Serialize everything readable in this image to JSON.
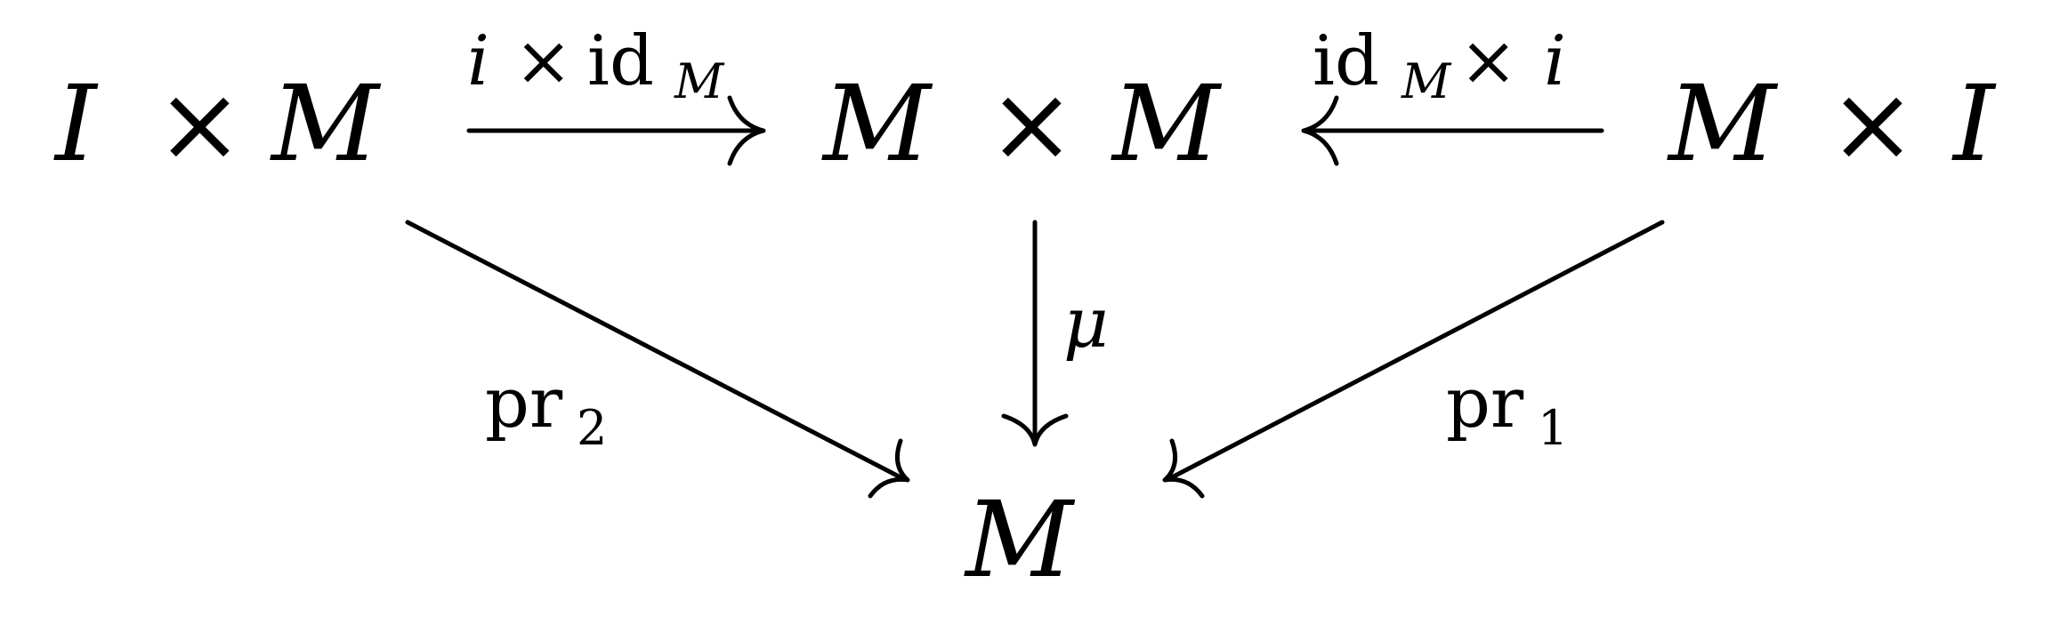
{
  "diagram": {
    "nodes": {
      "left": {
        "a": "I",
        "op": "×",
        "b": "M"
      },
      "center": {
        "a": "M",
        "op": "×",
        "b": "M"
      },
      "right": {
        "a": "M",
        "op": "×",
        "b": "I"
      },
      "bottom": {
        "a": "M"
      }
    },
    "arrows": {
      "top_left": {
        "pre": "i",
        "op": "×",
        "base": "id",
        "sub": "M"
      },
      "top_right": {
        "base": "id",
        "sub": "M",
        "op": "×",
        "post": "i"
      },
      "down": {
        "label": "μ"
      },
      "diag_left": {
        "base": "pr",
        "sub": "2"
      },
      "diag_right": {
        "base": "pr",
        "sub": "1"
      }
    }
  }
}
